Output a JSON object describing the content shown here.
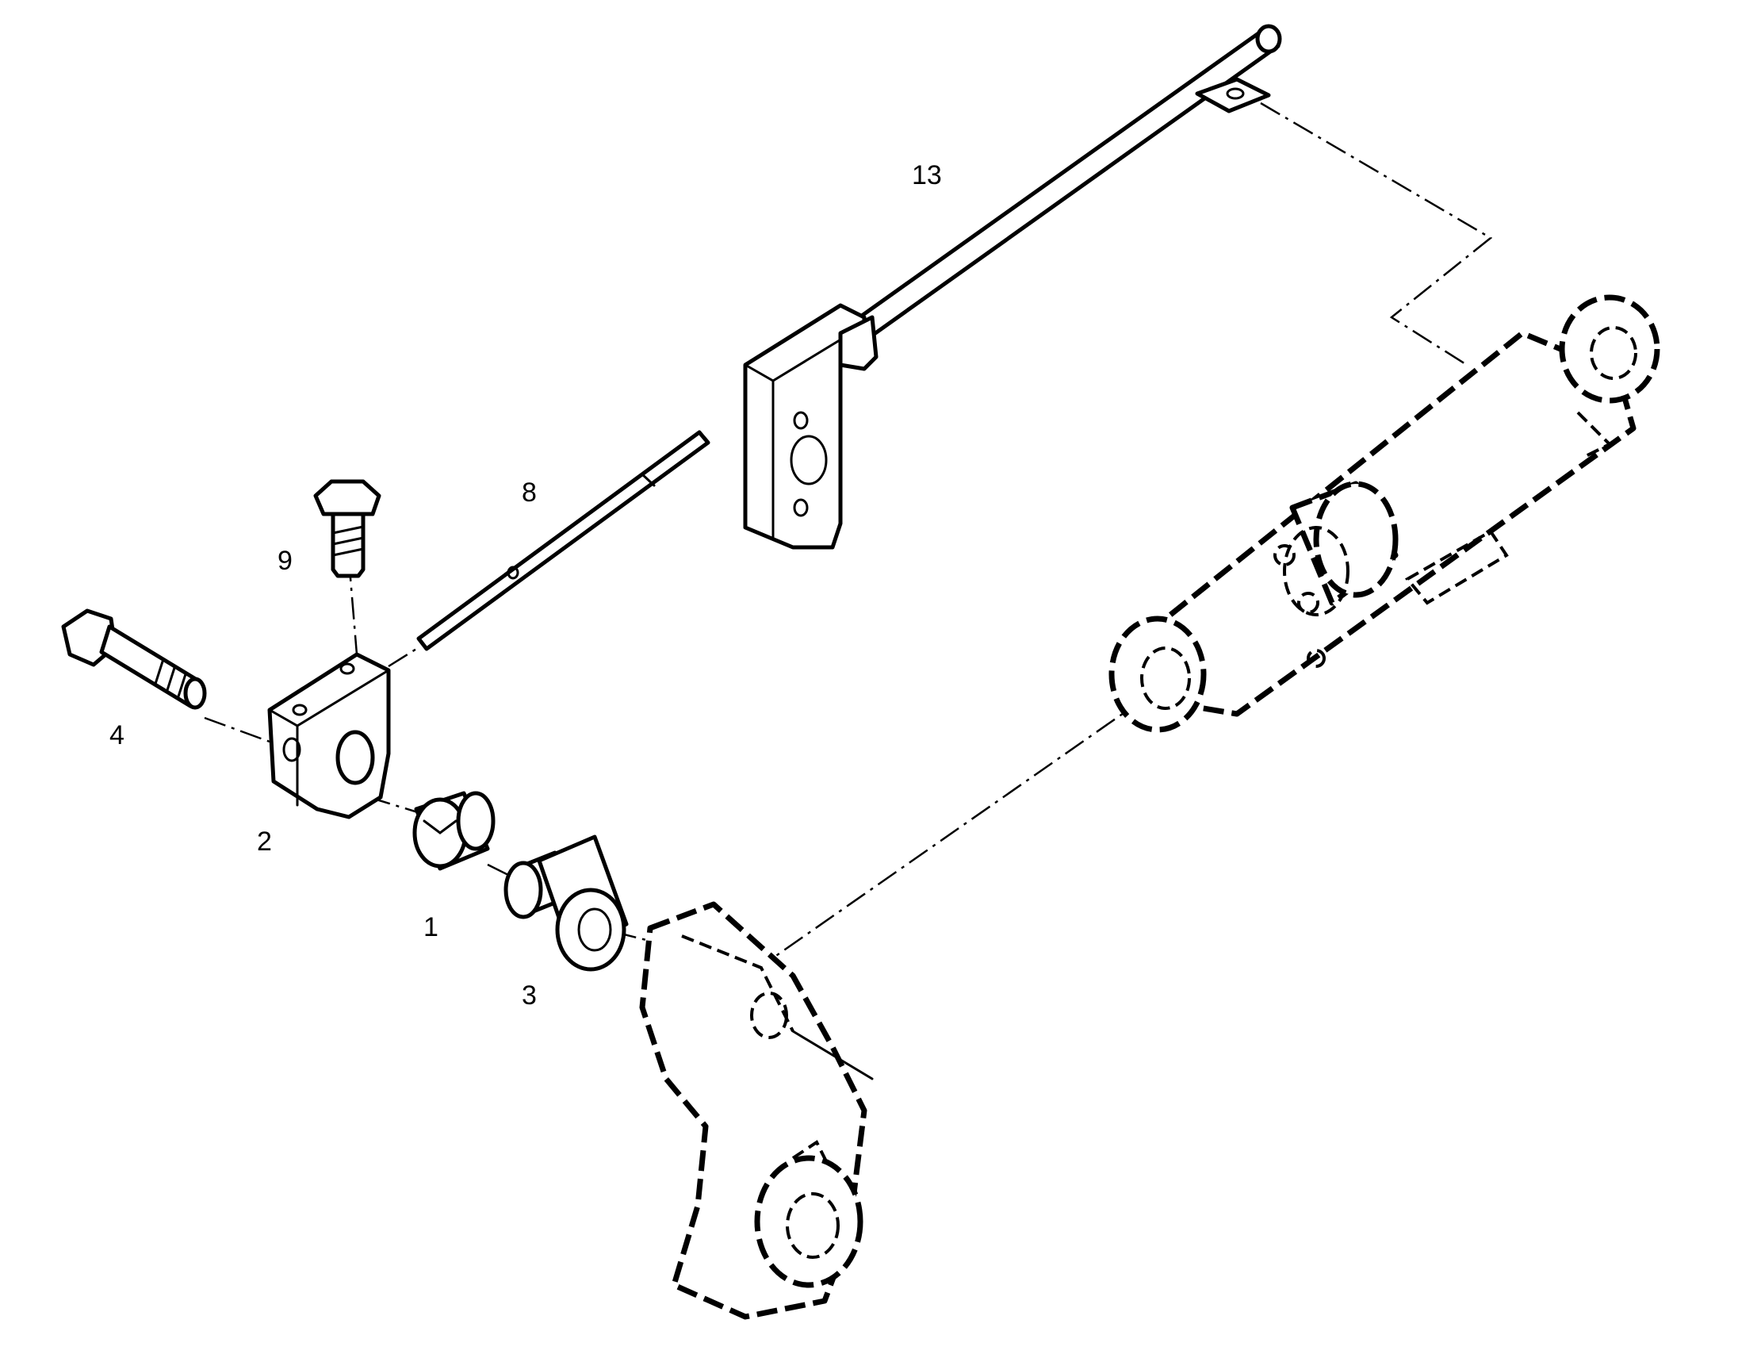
{
  "diagram": {
    "callouts": {
      "c1": "1",
      "c2": "2",
      "c3": "3",
      "c4": "4",
      "c8": "8",
      "c9": "9",
      "c13": "13"
    },
    "colors": {
      "ink": "#000000",
      "paper": "#ffffff"
    }
  }
}
